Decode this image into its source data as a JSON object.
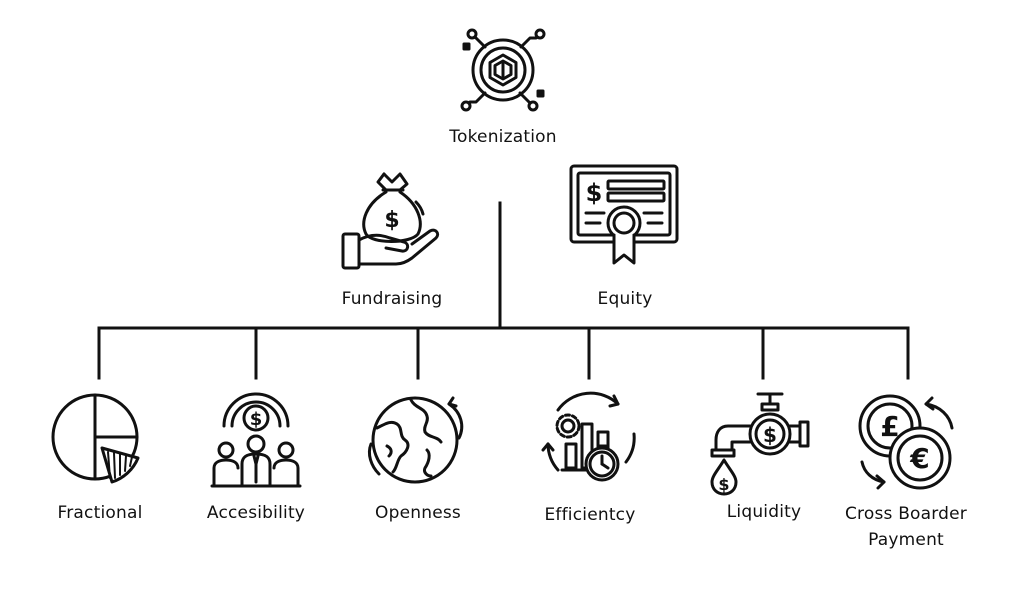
{
  "root": {
    "label": "Tokenization",
    "icon": "token-chip-icon"
  },
  "mid": [
    {
      "label": "Fundraising",
      "icon": "money-bag-hand-icon"
    },
    {
      "label": "Equity",
      "icon": "certificate-icon"
    }
  ],
  "benefits": [
    {
      "label": "Fractional",
      "icon": "pie-chart-icon"
    },
    {
      "label": "Accesibility",
      "icon": "people-dollar-icon"
    },
    {
      "label": "Openness",
      "icon": "globe-icon"
    },
    {
      "label": "Efficientcy",
      "icon": "gear-chart-clock-icon"
    },
    {
      "label": "Liquidity",
      "icon": "faucet-dollar-icon"
    },
    {
      "label": "Cross Boarder Payment",
      "icon": "currency-exchange-icon"
    }
  ],
  "colors": {
    "stroke": "#111111",
    "background": "#ffffff"
  }
}
